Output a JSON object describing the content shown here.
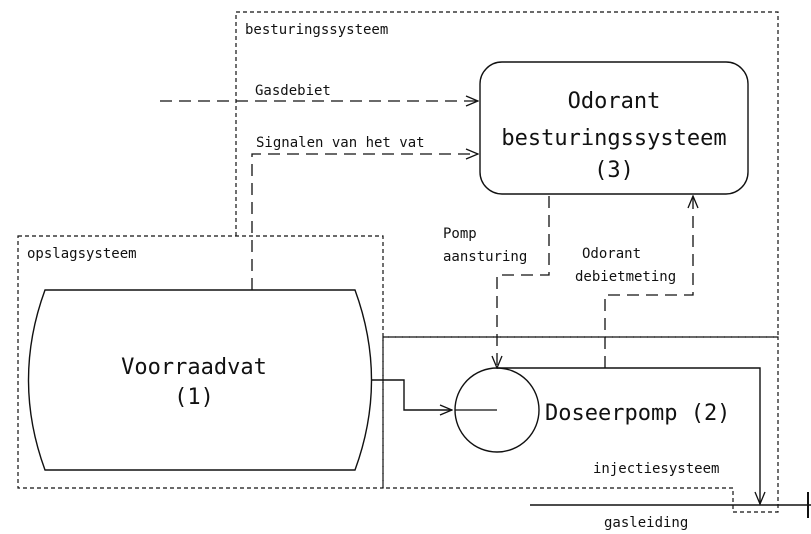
{
  "regions": {
    "control_system_label": "besturingssysteem",
    "storage_system_label": "opslagsysteem",
    "injection_system_label": "injectiesysteem"
  },
  "controller": {
    "line1": "Odorant",
    "line2": "besturingssysteem",
    "line3": "(3)"
  },
  "tank": {
    "line1": "Voorraadvat",
    "line2": "(1)"
  },
  "pump": {
    "label": "Doseerpomp (2)"
  },
  "signals": {
    "gas_flow": "Gasdebiet",
    "vessel_signals": "Signalen van het vat",
    "pump_control_line1": "Pomp",
    "pump_control_line2": "aansturing",
    "odorant_flow_line1": "Odorant",
    "odorant_flow_line2": "debietmeting"
  },
  "pipeline": {
    "label": "gasleiding"
  }
}
